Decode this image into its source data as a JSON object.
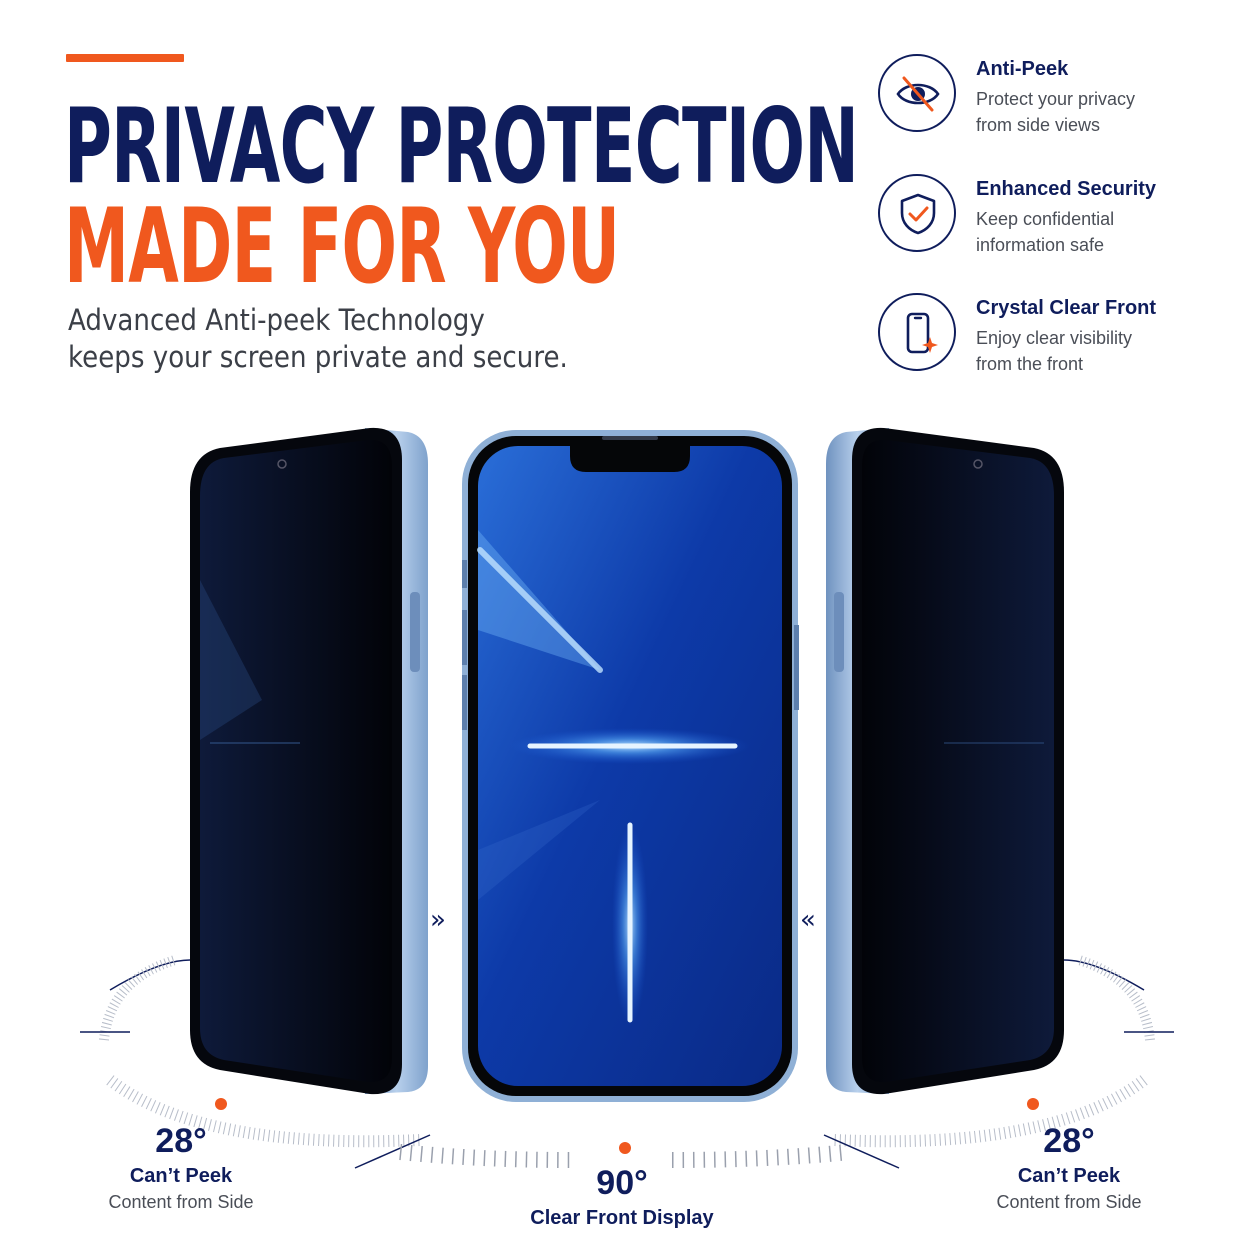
{
  "header": {
    "line1": "PRIVACY PROTECTION",
    "line2": "MADE FOR YOU",
    "subtitle_line1": "Advanced Anti-peek Technology",
    "subtitle_line2": "keeps your screen private and secure."
  },
  "features": [
    {
      "icon": "eye-slash-icon",
      "title": "Anti-Peek",
      "desc_line1": "Protect your privacy",
      "desc_line2": "from side views"
    },
    {
      "icon": "shield-check-icon",
      "title": "Enhanced Security",
      "desc_line1": "Keep confidential",
      "desc_line2": "information safe"
    },
    {
      "icon": "phone-sparkle-icon",
      "title": "Crystal Clear Front",
      "desc_line1": "Enjoy clear visibility",
      "desc_line2": "from the front"
    }
  ],
  "metrics": {
    "left": {
      "angle": "28°",
      "title": "Can’t Peek",
      "desc": "Content from Side"
    },
    "center": {
      "angle": "90°",
      "title": "Clear Front Display"
    },
    "right": {
      "angle": "28°",
      "title": "Can’t Peek",
      "desc": "Content from Side"
    }
  },
  "colors": {
    "navy": "#0f1d5c",
    "orange": "#f0581e",
    "phone_frame": "#8fb0d6"
  }
}
